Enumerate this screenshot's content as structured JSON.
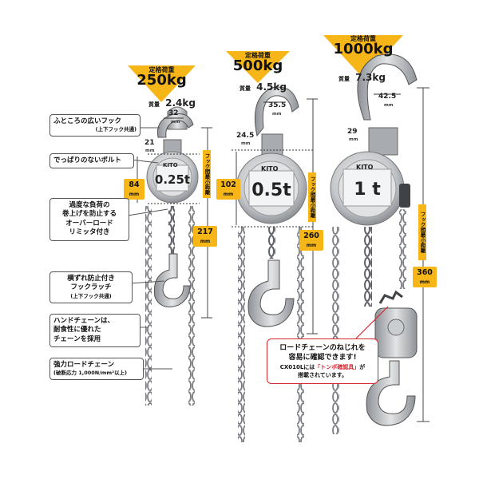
{
  "products": [
    {
      "capacity_label": "定格荷重",
      "capacity": "250kg",
      "weight_label": "質量",
      "weight": "2.4kg",
      "dims": {
        "hook_opening": "32",
        "hook_throat": "21",
        "body_height": "84",
        "min_headroom": "217"
      },
      "body_text": "0.25t"
    },
    {
      "capacity_label": "定格荷重",
      "capacity": "500kg",
      "weight_label": "質量",
      "weight": "4.5kg",
      "dims": {
        "hook_opening": "35.5",
        "hook_throat": "24.5",
        "body_height": "102",
        "min_headroom": "260"
      },
      "body_text": "0.5t"
    },
    {
      "capacity_label": "定格荷重",
      "capacity": "1000kg",
      "weight_label": "質量",
      "weight": "7.3kg",
      "dims": {
        "hook_opening": "42.5",
        "hook_throat": "29",
        "min_headroom": "360"
      },
      "body_text": "1 t"
    }
  ],
  "brand": "KITO",
  "unit_mm": "mm",
  "headroom_tag": "フック間最小距離",
  "callouts": {
    "wide_hook": {
      "line1": "ふところの広いフック",
      "sub": "(上下フック共通)"
    },
    "no_bolt": {
      "line1": "でっぱりのないボルト"
    },
    "overload": {
      "line1": "過度な負荷の",
      "line2": "巻上げを防止する",
      "line3": "オーバーロード",
      "line4": "リミッタ付き"
    },
    "latch": {
      "line1": "横ずれ防止付き",
      "line2": "フックラッチ",
      "sub": "(上下フック共通)"
    },
    "hand_chain": {
      "line1": "ハンドチェーンは、",
      "line2": "耐食性に優れた",
      "line3": "チェーンを採用"
    },
    "load_chain": {
      "line1": "強力ロードチェーン",
      "sub": "(破断応力 1,000N/mm²以上)"
    }
  },
  "twist_notice": {
    "line1": "ロードチェーンのねじれを",
    "line2": "容易に確認できます!",
    "note_pre": "CX010Lには",
    "note_red": "「トンボ確認具」",
    "note_post": "が",
    "note_line2": "搭載されています。"
  },
  "colors": {
    "accent": "#f7b618",
    "alert": "#d6262e",
    "steel": "#b9bcc0"
  }
}
